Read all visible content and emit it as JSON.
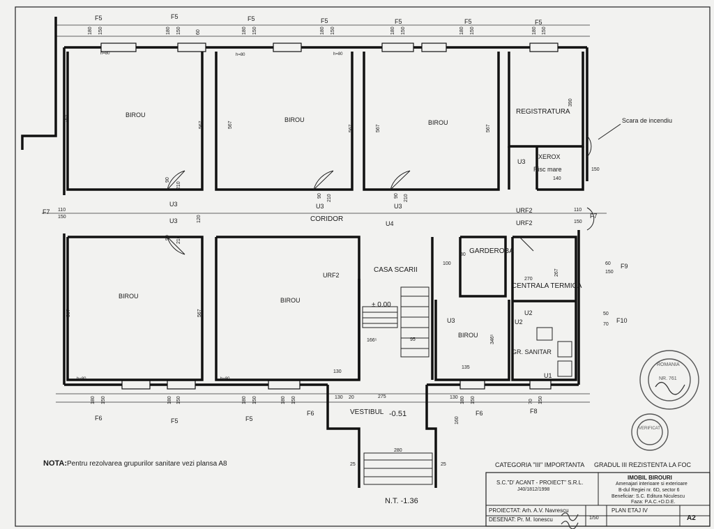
{
  "rooms": {
    "birou_1": "BIROU",
    "birou_2": "BIROU",
    "birou_3": "BIROU",
    "registratura": "REGISTRATURA",
    "xerox": "XEROX",
    "risc_mare": "Risc mare",
    "coridor": "CORIDOR",
    "birou_4": "BIROU",
    "birou_5": "BIROU",
    "casa_scarii": "CASA SCARII",
    "garderoba": "GARDEROBA",
    "centrala_termica": "CENTRALA TERMICA",
    "birou_6": "BIROU",
    "gr_sanitar": "GR. SANITAR",
    "vestibul": "VESTIBUL"
  },
  "labels": {
    "scara_incendiu": "Scara de incendiu",
    "level_0": "± 0.00",
    "level_vestibul": "-0.51",
    "nt": "N.T. -1.36",
    "f5": "F5",
    "f6": "F6",
    "f7": "F7",
    "f8": "F8",
    "f9": "F9",
    "f10": "F10",
    "u1": "U1",
    "u2": "U2",
    "u3": "U3",
    "u4": "U4",
    "urf2": "URF2",
    "d567": "567",
    "d90": "90",
    "d210": "210",
    "d180": "180",
    "d150": "150",
    "d60": "60",
    "d110": "110",
    "d390": "390",
    "d140": "140",
    "d100": "100",
    "d80": "80",
    "d267": "267",
    "d270": "270",
    "d130": "130",
    "d135": "135",
    "d275": "275",
    "d280": "280",
    "d25": "25",
    "d20": "20",
    "d70": "70",
    "d50": "50",
    "d160": "160",
    "d95": "95",
    "d1665": "166⁵",
    "d346": "346⁵",
    "d120": "120",
    "sill": "h=80"
  },
  "nota": {
    "prefix": "NOTA:",
    "text": "Pentru rezolvarea grupurilor sanitare vezi plansa A8"
  },
  "title_block": {
    "categoria": "CATEGORIA \"III\" IMPORTANTA",
    "gradul": "GRADUL III REZISTENTA LA FOC",
    "firm": "S.C.\"D' ACANT - PROIECT\" S.R.L.",
    "firm_reg": "J40/1812/1998",
    "project": "IMOBIL BIROURI",
    "desc1": "Amenajari interioare si exterioare",
    "desc2": "B-dul Regiei nr. 6D, sector 6",
    "desc3": "Beneficiar: S.C. Editura Niculescu",
    "desc4": "Faza: P.A.C.+D.D.E.",
    "proiectat": "PROIECTAT: Arh. A.V. Navrescu",
    "desenat": "DESENAT: Pr. M. Ionescu",
    "scale": "1/50",
    "sheet_title": "PLAN ETAJ IV",
    "sheet_no": "A2"
  },
  "stamps": {
    "stamp1_text": "ROMANIA",
    "stamp1_no": "NR. 761",
    "stamp2_text": "VERIFICAT"
  }
}
